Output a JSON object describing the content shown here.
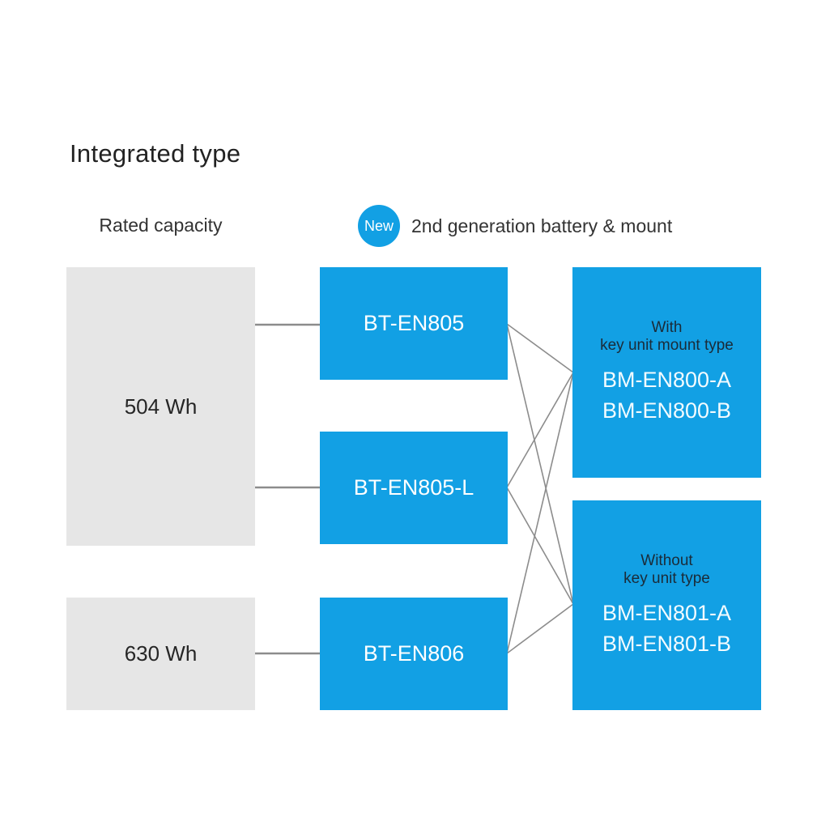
{
  "title": "Integrated type",
  "header": {
    "capacity_label": "Rated capacity",
    "badge_label": "New",
    "caption": "2nd generation battery & mount"
  },
  "capacities": [
    {
      "label": "504 Wh"
    },
    {
      "label": "630 Wh"
    }
  ],
  "batteries": [
    {
      "label": "BT-EN805"
    },
    {
      "label": "BT-EN805-L"
    },
    {
      "label": "BT-EN806"
    }
  ],
  "mount_groups": [
    {
      "type_line1": "With",
      "type_line2": "key unit mount type",
      "models": [
        "BM-EN800-A",
        "BM-EN800-B"
      ]
    },
    {
      "type_line1": "Without",
      "type_line2": "key unit type",
      "models": [
        "BM-EN801-A",
        "BM-EN801-B"
      ]
    }
  ],
  "colors": {
    "accent_blue": "#12a0e4",
    "box_gray": "#e6e6e6",
    "connector_gray": "#8c8c8c",
    "mount_heading_dark": "#1b2b38",
    "model_text_light": "#f2fbff",
    "text_dark": "#333333"
  }
}
